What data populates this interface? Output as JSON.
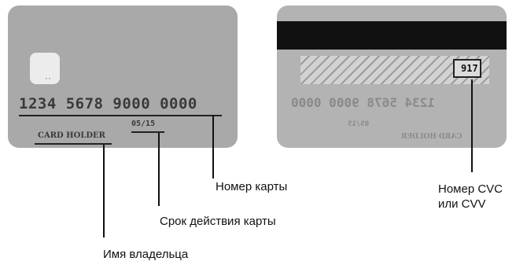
{
  "front_card": {
    "card_number": "1234 5678 9000 0000",
    "expiry": "05/15",
    "holder": "CARD HOLDER"
  },
  "back_card": {
    "cvc": "917",
    "card_number_mirrored": "1234 5678 9000 0000",
    "expiry_mirrored": "05/15",
    "holder_mirrored": "CARD HOLDER"
  },
  "labels": {
    "card_number": "Номер карты",
    "expiry": "Срок действия карты",
    "holder": "Имя владельца",
    "cvc_line1": "Номер CVC",
    "cvc_line2": "или CVV"
  }
}
